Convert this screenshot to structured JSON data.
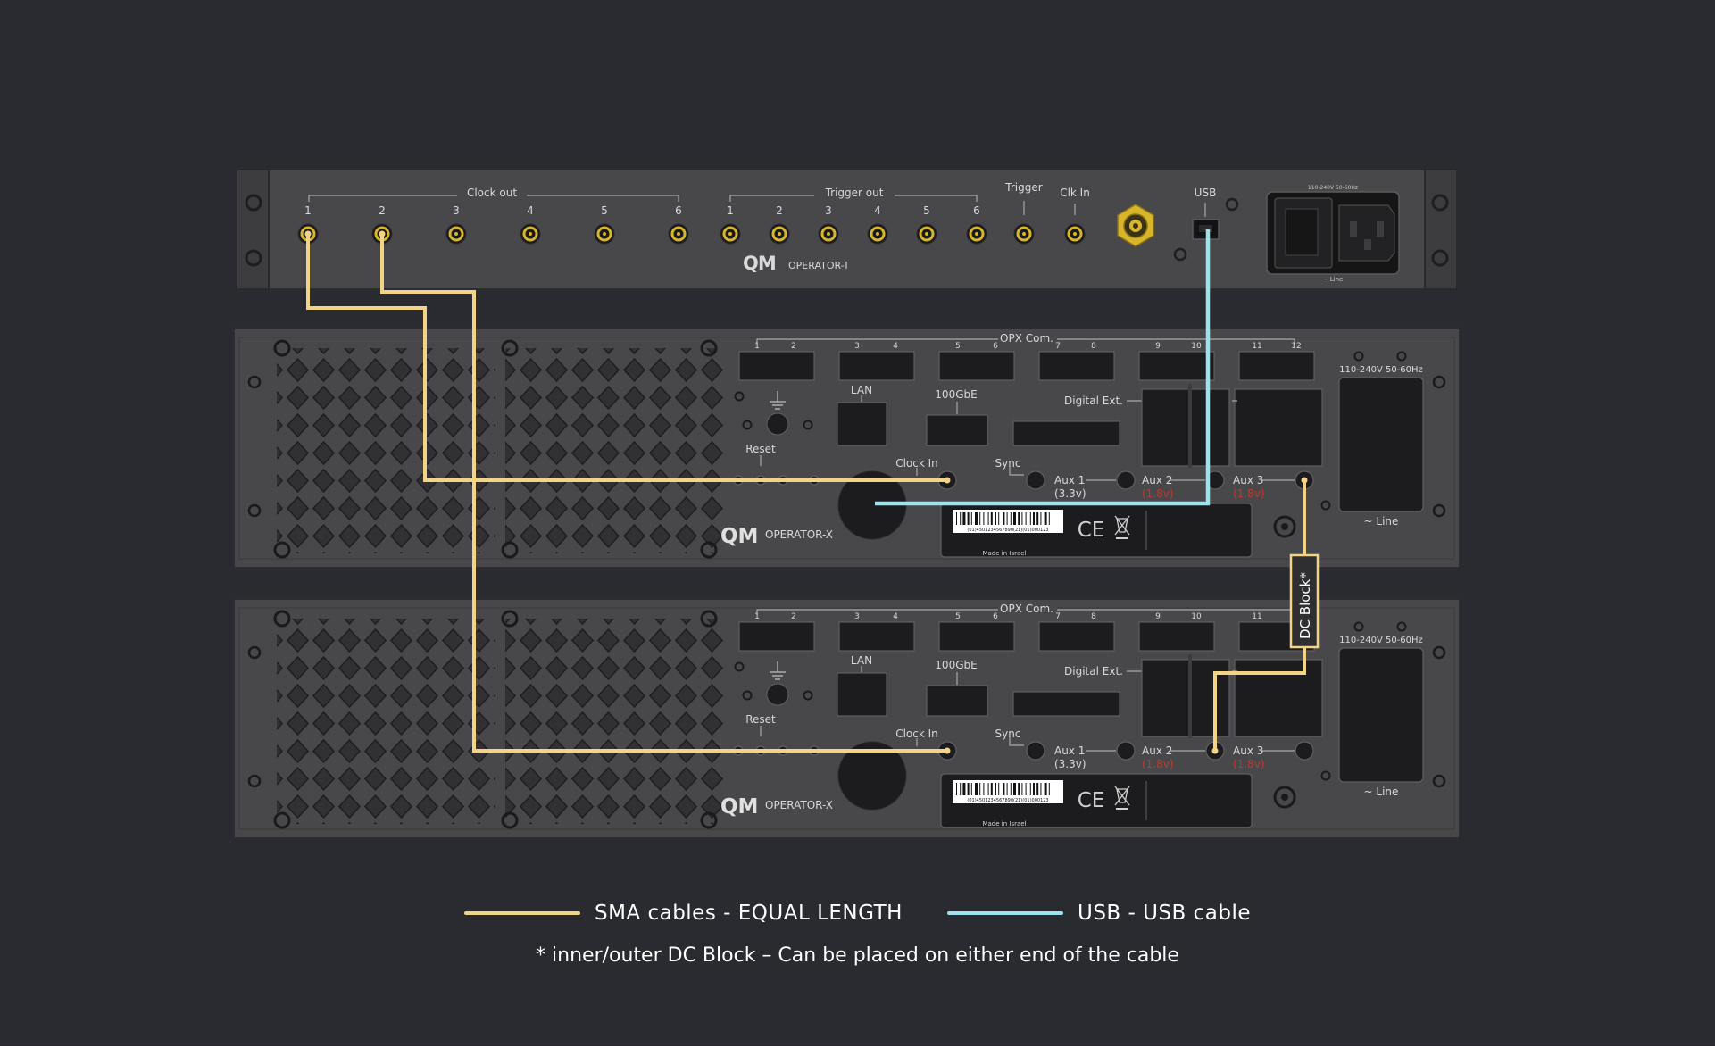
{
  "colors": {
    "background": "#2a2b30",
    "panel": "#48484b",
    "panel_edge": "#3c3c3f",
    "sma_cable": "#f3d486",
    "usb_cable": "#9ee2ec",
    "connector_gold": "#d8b62b",
    "warn_red": "#c0392b",
    "label_text": "#d9d9d9",
    "legend_text": "#ffffff"
  },
  "operator_t": {
    "clock_out_label": "Clock out",
    "trigger_out_label": "Trigger out",
    "trigger_label": "Trigger",
    "clk_in_label": "Clk In",
    "usb_label": "USB",
    "clock_ports": [
      "1",
      "2",
      "3",
      "4",
      "5",
      "6"
    ],
    "trigger_ports": [
      "1",
      "2",
      "3",
      "4",
      "5",
      "6"
    ],
    "brand": "QM",
    "model": "OPERATOR-T",
    "power_rating": "110-240V 50-60Hz",
    "line_label": "~ Line"
  },
  "operator_x": {
    "opx_com_label": "OPX Com.",
    "opx_ports": [
      "1",
      "2",
      "3",
      "4",
      "5",
      "6",
      "7",
      "8",
      "9",
      "10",
      "11",
      "12"
    ],
    "lan_label": "LAN",
    "gbe_label": "100GbE",
    "digital_ext_label": "Digital Ext.",
    "reset_label": "Reset",
    "clock_in_label": "Clock In",
    "sync_label": "Sync",
    "aux1_label": "Aux 1",
    "aux1_voltage": "(3.3v)",
    "aux2_label": "Aux 2",
    "aux2_voltage": "(1.8v)",
    "aux3_label": "Aux 3",
    "aux3_voltage": "(1.8v)",
    "brand": "QM",
    "model": "OPERATOR-X",
    "power_rating": "110-240V 50-60Hz",
    "line_label": "~ Line",
    "barcode_number": "(01)4501234567890(21)(01)000123",
    "made_in": "Made in Israel",
    "ce_mark": "CE"
  },
  "dc_block_label": "DC Block*",
  "legend": {
    "sma_label": "SMA cables - EQUAL LENGTH",
    "usb_label": "USB - USB cable",
    "note": "* inner/outer DC Block – Can be placed on either end of the cable"
  }
}
